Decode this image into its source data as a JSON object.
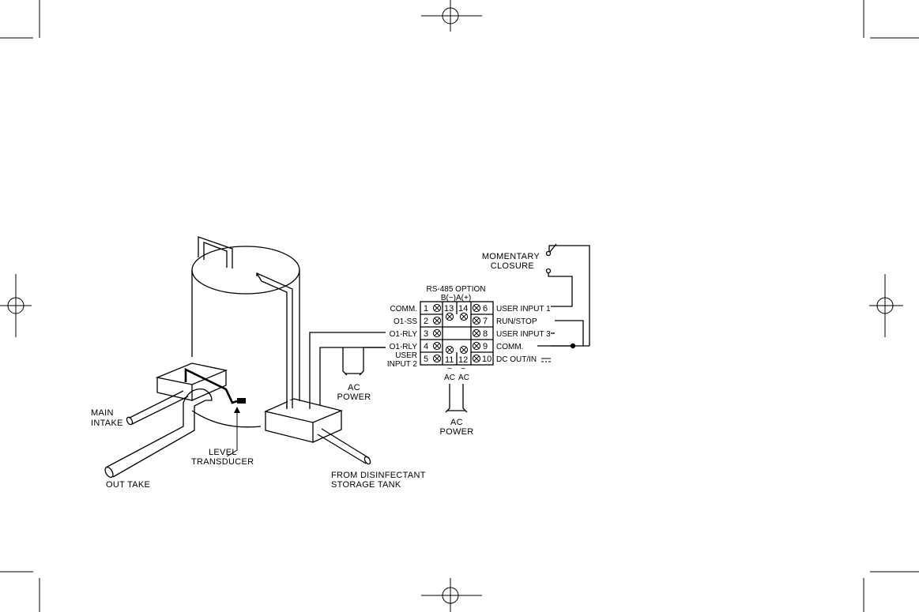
{
  "diagram": {
    "rs485_option": "RS-485 OPTION",
    "rs485_polarity": "B(−)A(+)",
    "momentary_closure": [
      "MOMENTARY",
      "CLOSURE"
    ],
    "terminals_left": [
      {
        "label": "COMM.",
        "num": "1"
      },
      {
        "label": "O1-SS",
        "num": "2"
      },
      {
        "label": "O1-RLY",
        "num": "3"
      },
      {
        "label": "O1-RLY",
        "num": "4"
      },
      {
        "label": "USER INPUT 2",
        "num": "5"
      }
    ],
    "user_input_2_lines": [
      "USER",
      "INPUT 2"
    ],
    "terminals_right": [
      {
        "label": "USER INPUT 1",
        "num": "6"
      },
      {
        "label": "RUN/STOP",
        "num": "7"
      },
      {
        "label": "USER INPUT 3",
        "num": "8"
      },
      {
        "label": "COMM.",
        "num": "9"
      },
      {
        "label": "DC OUT/IN",
        "num": "10"
      }
    ],
    "terminals_top": [
      "13",
      "14"
    ],
    "terminals_bottom": [
      "11",
      "12"
    ],
    "ac_symbols": [
      "AC",
      "AC"
    ],
    "ac_power_top": [
      "AC",
      "POWER"
    ],
    "ac_power_bottom": [
      "AC",
      "POWER"
    ],
    "main_intake": [
      "MAIN",
      "INTAKE"
    ],
    "out_take": "OUT TAKE",
    "level_transducer": [
      "LEVEL",
      "TRANSDUCER"
    ],
    "from_disinfectant": [
      "FROM DISINFECTANT",
      "STORAGE TANK"
    ]
  },
  "colors": {
    "ink": "#000000",
    "paper": "#ffffff"
  }
}
